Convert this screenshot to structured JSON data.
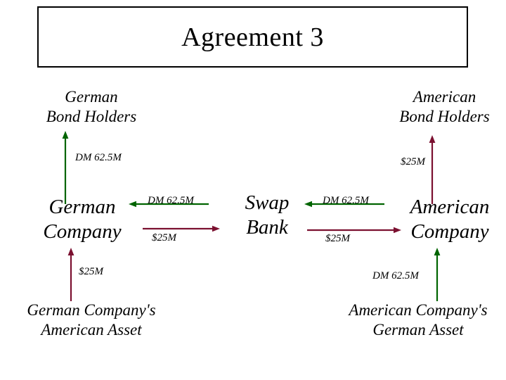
{
  "slide": {
    "title": "Agreement 3",
    "background": "#ffffff"
  },
  "colors": {
    "dm_flow": "#006400",
    "usd_flow": "#7B1030",
    "text": "#000000",
    "border": "#000000"
  },
  "nodes": {
    "german_bond_holders": {
      "line1": "German",
      "line2": "Bond  Holders"
    },
    "american_bond_holders": {
      "line1": "American",
      "line2": "Bond  Holders"
    },
    "german_company": {
      "line1": "German",
      "line2": "Company"
    },
    "swap_bank": {
      "line1": "Swap",
      "line2": "Bank"
    },
    "american_company": {
      "line1": "American",
      "line2": "Company"
    },
    "german_company_asset": {
      "line1": "German Company's",
      "line2": "American  Asset"
    },
    "american_company_asset": {
      "line1": "American Company's",
      "line2": "German  Asset"
    }
  },
  "flows": {
    "german_co_to_bond_holders": "DM  62.5M",
    "american_co_to_bond_holders": "$25M",
    "swap_bank_to_german_co": "DM  62.5M",
    "german_co_to_swap_bank": "$25M",
    "american_co_to_swap_bank": "DM  62.5M",
    "swap_bank_to_american_co": "$25M",
    "german_asset_to_german_co": "$25M",
    "american_asset_to_american_co": "DM  62.5M"
  },
  "chart_data": {
    "type": "diagram",
    "title": "Agreement 3",
    "subtype": "currency-swap-flow",
    "entities": [
      "German Bond Holders",
      "American Bond Holders",
      "German Company",
      "Swap Bank",
      "American Company",
      "German Company's American Asset",
      "American Company's German Asset"
    ],
    "edges": [
      {
        "from": "German Company",
        "to": "German Bond Holders",
        "label": "DM  62.5M",
        "currency": "DM",
        "amount": 62.5,
        "color": "#006400",
        "direction": "up"
      },
      {
        "from": "American Company",
        "to": "American Bond Holders",
        "label": "$25M",
        "currency": "USD",
        "amount": 25,
        "color": "#7B1030",
        "direction": "up"
      },
      {
        "from": "Swap Bank",
        "to": "German Company",
        "label": "DM  62.5M",
        "currency": "DM",
        "amount": 62.5,
        "color": "#006400",
        "direction": "left"
      },
      {
        "from": "German Company",
        "to": "Swap Bank",
        "label": "$25M",
        "currency": "USD",
        "amount": 25,
        "color": "#7B1030",
        "direction": "right"
      },
      {
        "from": "American Company",
        "to": "Swap Bank",
        "label": "DM  62.5M",
        "currency": "DM",
        "amount": 62.5,
        "color": "#006400",
        "direction": "left"
      },
      {
        "from": "Swap Bank",
        "to": "American Company",
        "label": "$25M",
        "currency": "USD",
        "amount": 25,
        "color": "#7B1030",
        "direction": "right"
      },
      {
        "from": "German Company's American Asset",
        "to": "German Company",
        "label": "$25M",
        "currency": "USD",
        "amount": 25,
        "color": "#7B1030",
        "direction": "up"
      },
      {
        "from": "American Company's German Asset",
        "to": "American Company",
        "label": "DM  62.5M",
        "currency": "DM",
        "amount": 62.5,
        "color": "#006400",
        "direction": "up"
      }
    ]
  }
}
